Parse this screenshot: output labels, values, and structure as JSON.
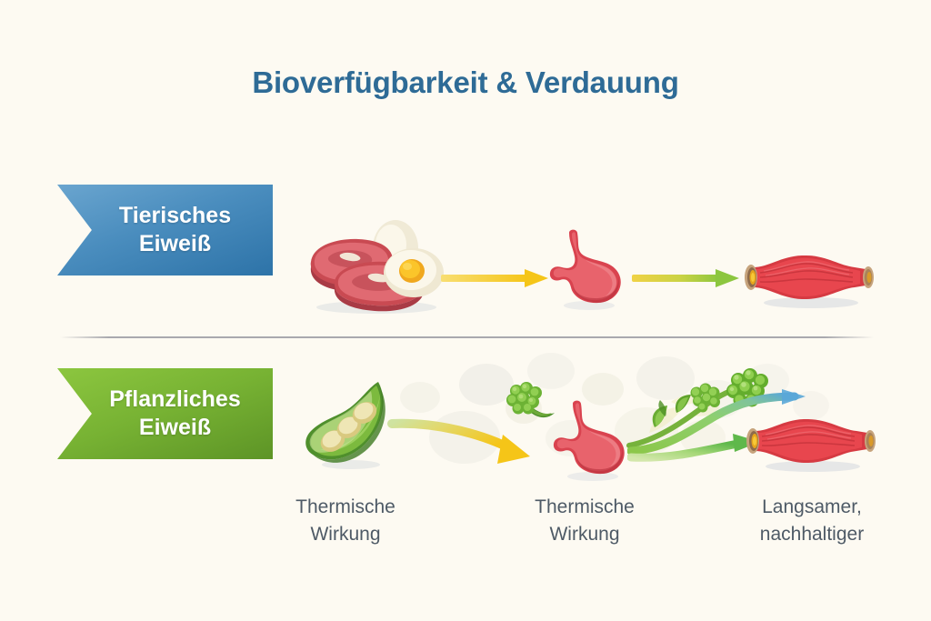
{
  "page": {
    "title": "Bioverfügbarkeit & Verdauung",
    "background_color": "#fdfaf2",
    "title_color": "#2e6b96"
  },
  "rows": [
    {
      "id": "animal-protein",
      "banner": {
        "line1": "Tierisches",
        "line2": "Eiweiß",
        "color_start": "#6aa5cf",
        "color_end": "#2d73a8"
      },
      "stages": [
        {
          "icon": "steak-and-egg-icon",
          "label": ""
        },
        {
          "icon": "stomach-icon",
          "label": ""
        },
        {
          "icon": "muscle-icon",
          "label": ""
        }
      ],
      "arrows": [
        {
          "icon": "arrow-right-icon",
          "style": "straight",
          "color_start": "#f7d64a",
          "color_end": "#f5c518"
        },
        {
          "icon": "arrow-right-icon",
          "style": "straight",
          "color_start": "#f0d245",
          "color_end": "#8cc63f"
        }
      ]
    },
    {
      "id": "plant-protein",
      "banner": {
        "line1": "Pflanzliches",
        "line2": "Eiweiß",
        "color_start": "#8cc63f",
        "color_end": "#5d9426"
      },
      "stages": [
        {
          "icon": "pea-pod-icon",
          "label": ""
        },
        {
          "icon": "broccoli-icon",
          "label": ""
        },
        {
          "icon": "stomach-icon",
          "label": ""
        },
        {
          "icon": "broccoli-branch-icon",
          "label": ""
        },
        {
          "icon": "muscle-icon",
          "label": ""
        }
      ],
      "arrows": [
        {
          "icon": "arrow-curved-icon",
          "style": "curved-down",
          "color_start": "#bcd98a",
          "color_end": "#f5c518"
        },
        {
          "icon": "arrow-curved-icon",
          "style": "curved-up",
          "color_start": "#7cc04a",
          "color_end": "#5aa7d8"
        },
        {
          "icon": "arrow-curved-icon",
          "style": "curved-flat",
          "color_start": "#cfe3a0",
          "color_end": "#5fb84b"
        }
      ]
    }
  ],
  "captions": [
    {
      "line1": "Thermische",
      "line2": "Wirkung"
    },
    {
      "line1": "Thermische",
      "line2": "Wirkung"
    },
    {
      "line1": "Langsamer,",
      "line2": "nachhaltiger"
    }
  ],
  "divider": {
    "color": "#a9a9ae"
  }
}
